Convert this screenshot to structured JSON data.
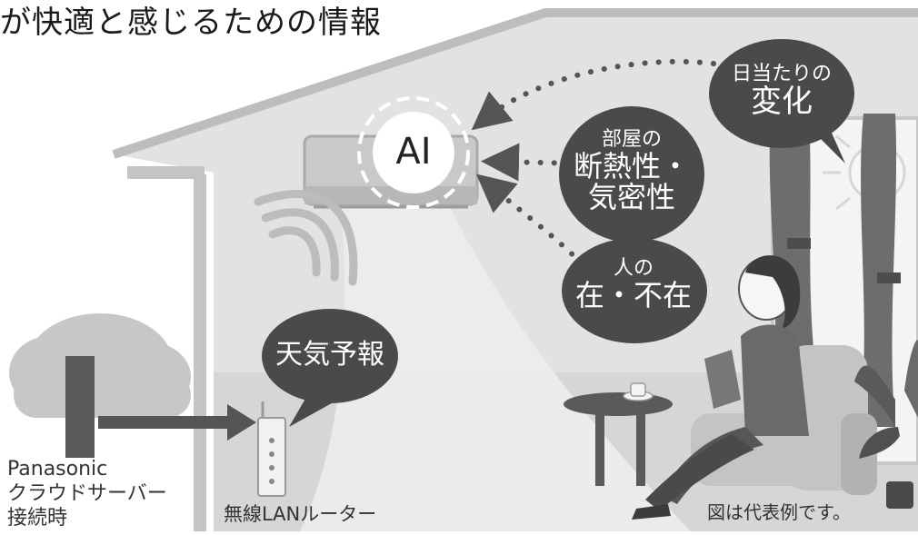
{
  "title": "が快適と感じるための情報",
  "ai_label": "AI",
  "bubbles": {
    "sunlight": {
      "line1": "日当たりの",
      "line2": "変化"
    },
    "insulation": {
      "line1": "部屋の",
      "line2": "断熱性・",
      "line3": "気密性"
    },
    "presence": {
      "line1": "人の",
      "line2": "在・不在"
    },
    "weather": {
      "line1": "天気予報"
    }
  },
  "captions": {
    "cloud_server": [
      "Panasonic",
      "クラウドサーバー",
      "接続時"
    ],
    "router": "無線LANルーター",
    "note": "図は代表例です。"
  }
}
